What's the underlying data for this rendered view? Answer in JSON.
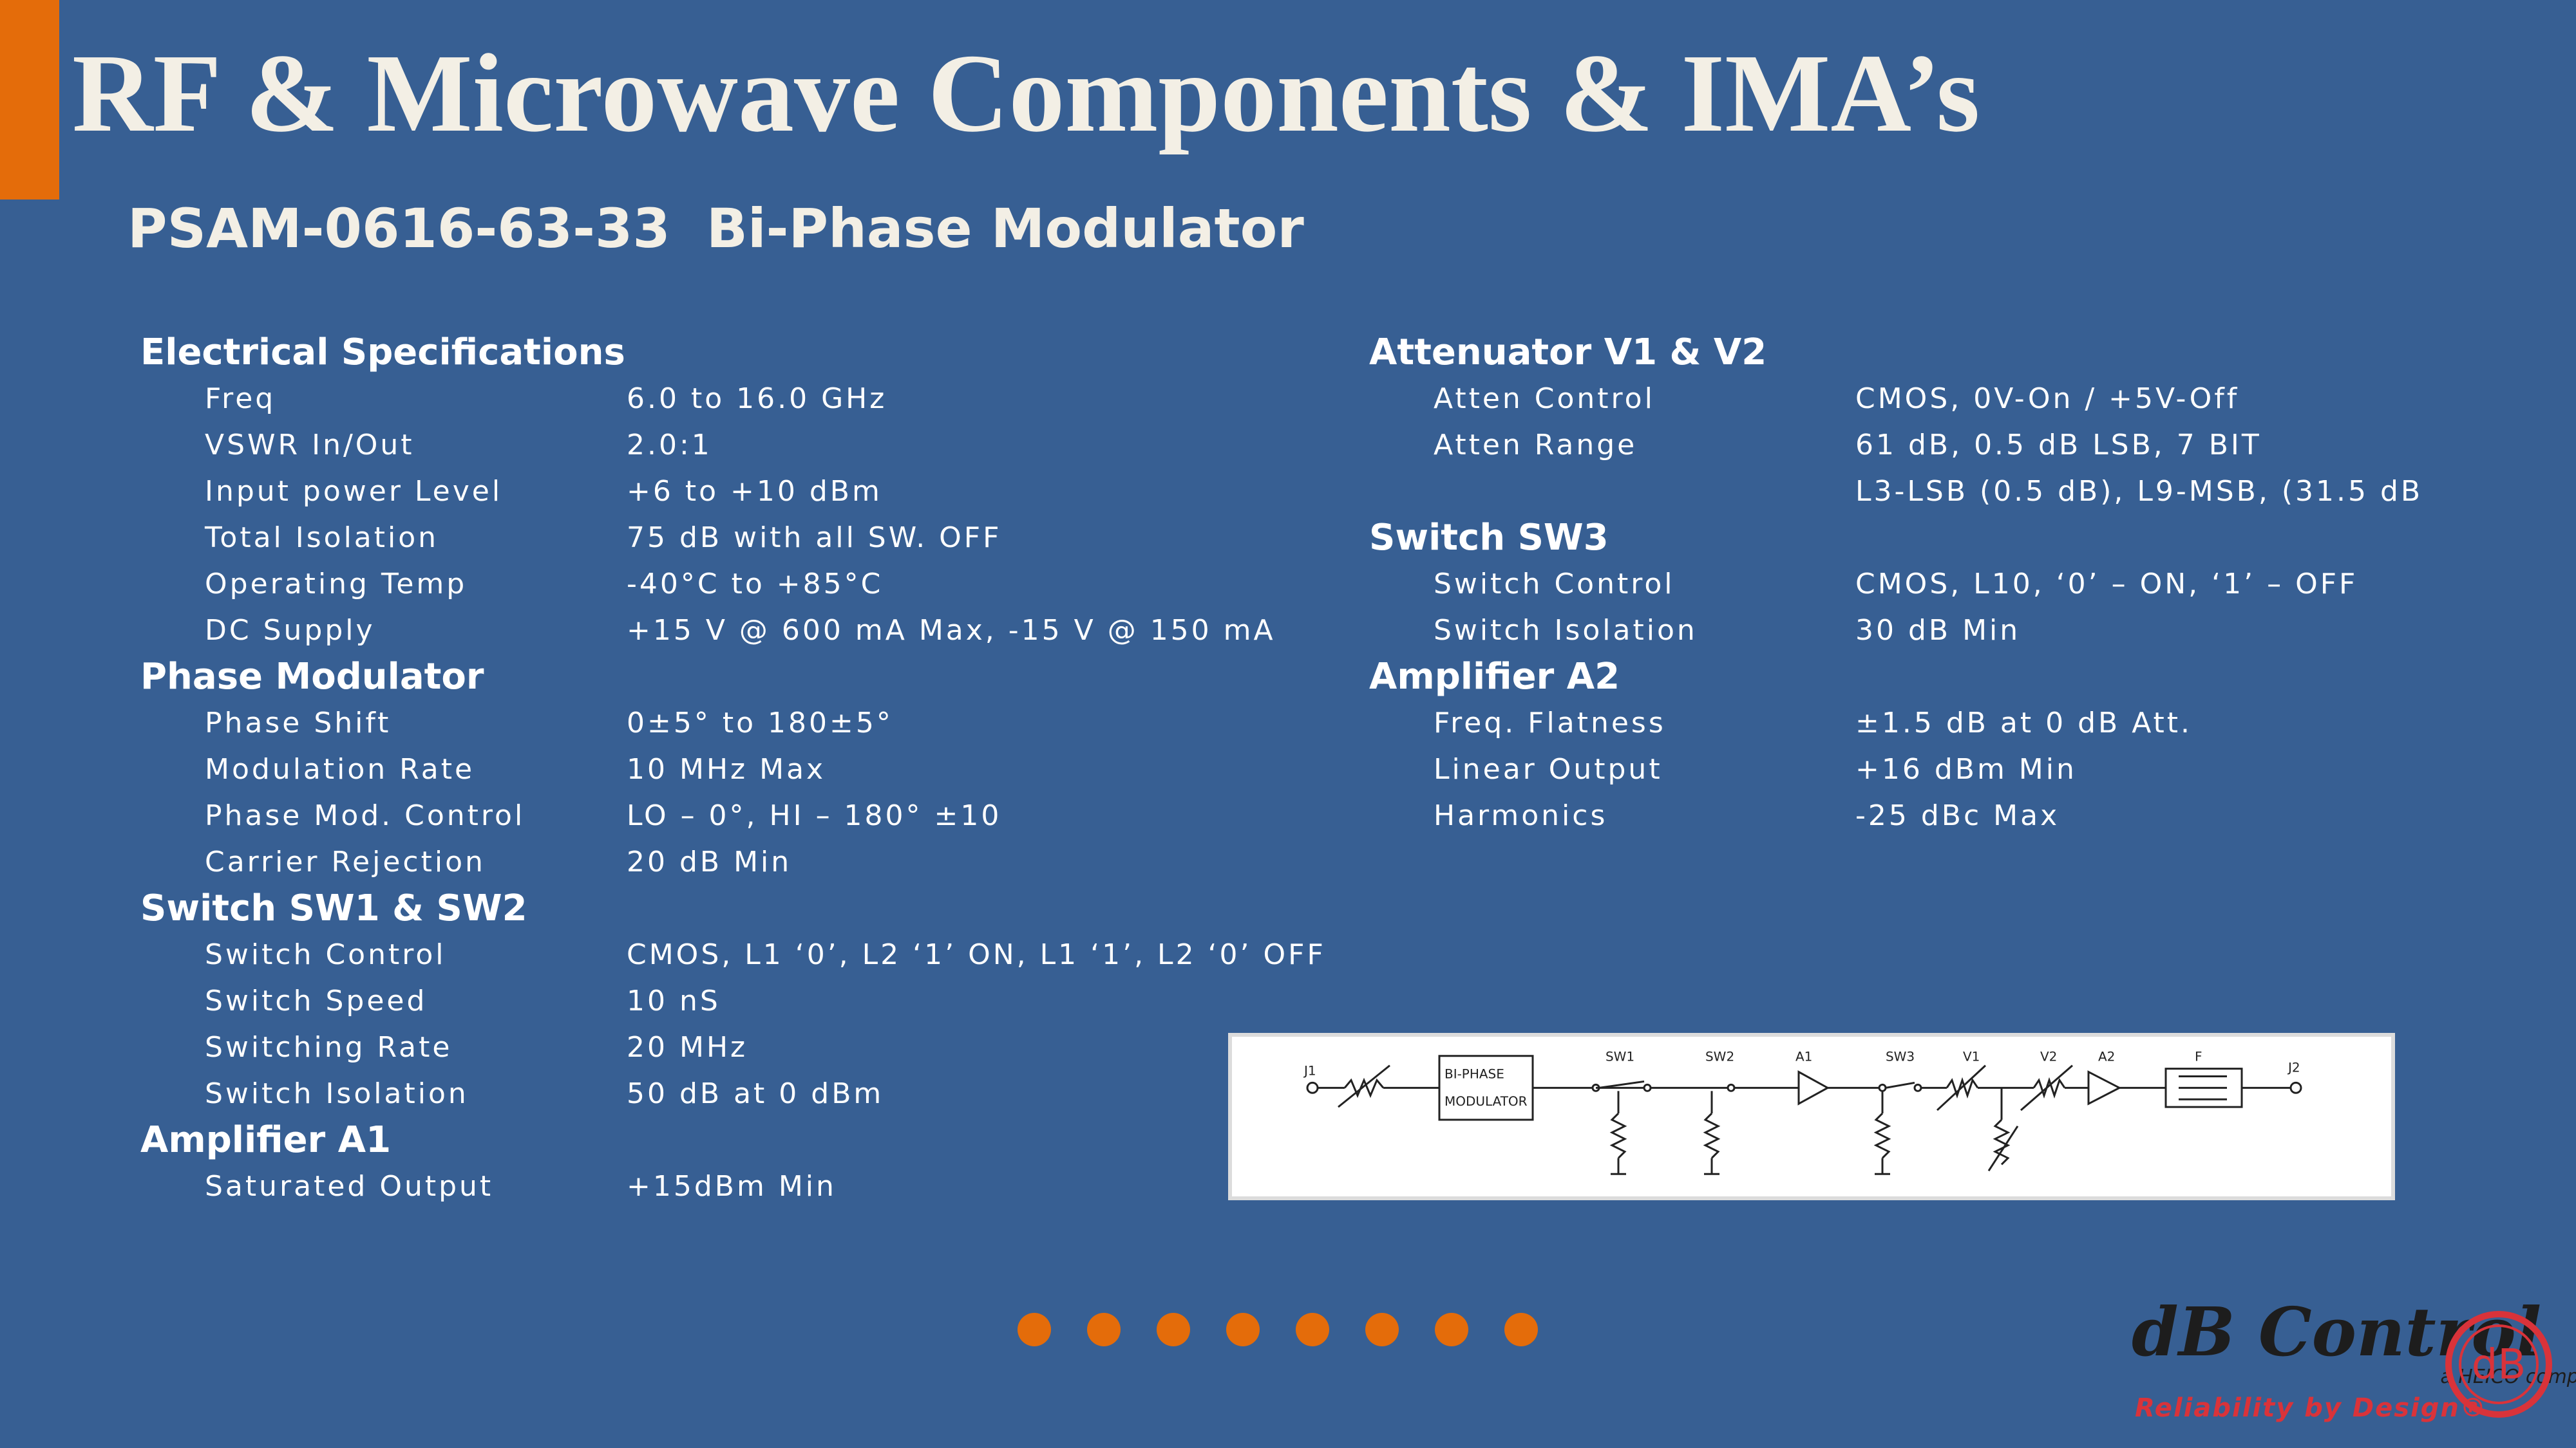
{
  "header": {
    "title": "RF & Microwave Components & IMA’s",
    "part_number": "PSAM-0616-63-33",
    "product_name": "Bi-Phase Modulator"
  },
  "left_sections": [
    {
      "heading": "Electrical Specifications",
      "rows": [
        {
          "label": "Freq",
          "value": "6.0 to 16.0 GHz"
        },
        {
          "label": "VSWR In/Out",
          "value": "2.0:1"
        },
        {
          "label": "Input power Level",
          "value": "+6 to +10 dBm"
        },
        {
          "label": "Total Isolation",
          "value": "75 dB with all SW. OFF"
        },
        {
          "label": "Operating Temp",
          "value": "-40°C to +85°C"
        },
        {
          "label": "DC Supply",
          "value": "+15 V @ 600 mA Max, -15 V @ 150 mA"
        }
      ]
    },
    {
      "heading": "Phase Modulator",
      "rows": [
        {
          "label": "Phase Shift",
          "value": "0±5° to 180±5°"
        },
        {
          "label": "Modulation Rate",
          "value": "10 MHz Max"
        },
        {
          "label": "Phase Mod. Control",
          "value": "LO – 0°, HI – 180° ±10"
        },
        {
          "label": "Carrier Rejection",
          "value": "20 dB Min"
        }
      ]
    },
    {
      "heading": "Switch SW1 & SW2",
      "rows": [
        {
          "label": "Switch Control",
          "value": "CMOS, L1 ‘0’, L2 ‘1’ ON, L1 ‘1’, L2 ‘0’ OFF"
        },
        {
          "label": "Switch Speed",
          "value": "10 nS"
        },
        {
          "label": "Switching Rate",
          "value": "20 MHz"
        },
        {
          "label": "Switch Isolation",
          "value": "50 dB at 0 dBm"
        }
      ]
    },
    {
      "heading": "Amplifier A1",
      "rows": [
        {
          "label": "Saturated Output",
          "value": "+15dBm Min"
        }
      ]
    }
  ],
  "right_sections": [
    {
      "heading": "Attenuator V1 & V2",
      "rows": [
        {
          "label": "Atten Control",
          "value": "CMOS, 0V-On / +5V-Off"
        },
        {
          "label": "Atten Range",
          "value": "61 dB, 0.5 dB LSB, 7 BIT"
        },
        {
          "label": "",
          "value": "L3-LSB  (0.5 dB), L9-MSB, (31.5 dB"
        }
      ]
    },
    {
      "heading": "Switch SW3",
      "rows": [
        {
          "label": "Switch Control",
          "value": "CMOS, L10, ‘0’ – ON, ‘1’ – OFF"
        },
        {
          "label": "Switch Isolation",
          "value": "30 dB Min"
        }
      ]
    },
    {
      "heading": "Amplifier A2",
      "rows": [
        {
          "label": "Freq. Flatness",
          "value": "±1.5 dB at 0 dB Att."
        },
        {
          "label": "Linear Output",
          "value": "+16 dBm Min"
        },
        {
          "label": "Harmonics",
          "value": "-25 dBc Max"
        }
      ]
    }
  ],
  "diagram": {
    "labels": {
      "j1": "J1",
      "modulator_line1": "BI-PHASE",
      "modulator_line2": "MODULATOR",
      "sw1": "SW1",
      "sw2": "SW2",
      "a1": "A1",
      "sw3": "SW3",
      "v1": "V1",
      "v2": "V2",
      "a2": "A2",
      "f": "F",
      "j2": "J2"
    }
  },
  "pagination": {
    "dot_count": 8,
    "color": "#e46c0a"
  },
  "logo": {
    "name": "dB Control",
    "sub": "a HEICO company",
    "tagline": "Reliability by Design®",
    "mark": "dB"
  },
  "colors": {
    "background": "#375f93",
    "accent": "#e46c0a",
    "title": "#f3efe5",
    "logo_red": "#d9333a"
  }
}
